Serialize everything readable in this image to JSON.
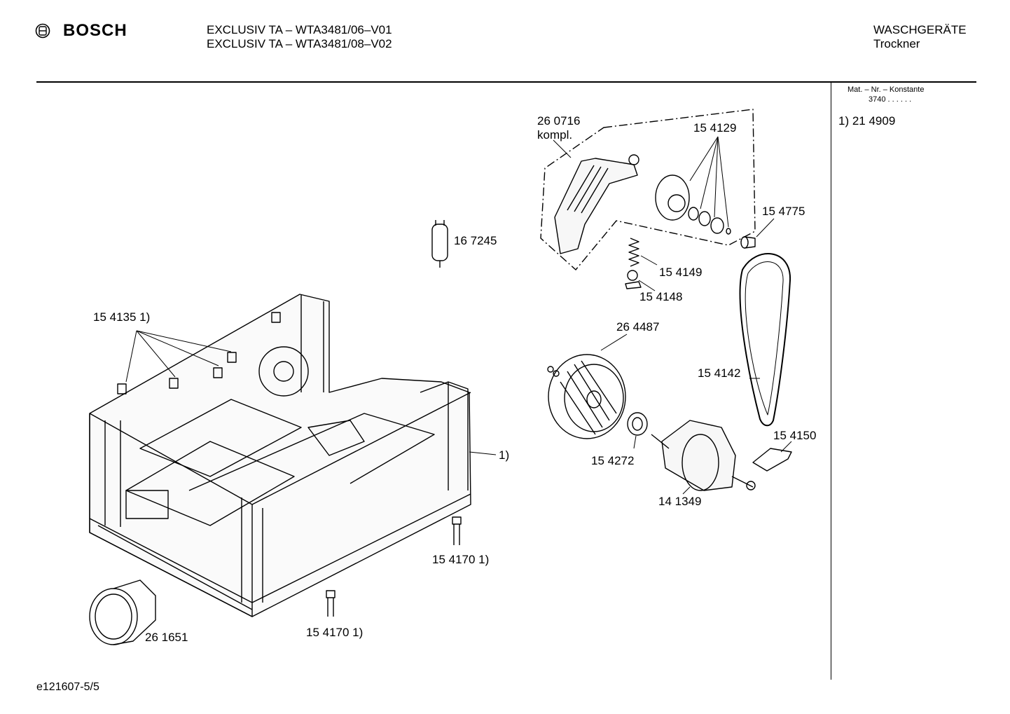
{
  "header": {
    "brand": "BOSCH",
    "models": [
      "EXCLUSIV TA – WTA3481/06–V01",
      "EXCLUSIV TA – WTA3481/08–V02"
    ],
    "category": "WASCHGERÄTE",
    "subcategory": "Trockner"
  },
  "sidebar": {
    "header": "Mat. – Nr. – Konstante",
    "value_row": "3740 . . . . . .",
    "note": "1) 21 4909"
  },
  "parts": [
    {
      "id": "p-260716",
      "label": "26 0716"
    },
    {
      "id": "p-260716-kompl",
      "label": "kompl."
    },
    {
      "id": "p-154129",
      "label": "15 4129"
    },
    {
      "id": "p-154775",
      "label": "15 4775"
    },
    {
      "id": "p-167245",
      "label": "16 7245"
    },
    {
      "id": "p-154149",
      "label": "15 4149"
    },
    {
      "id": "p-154148",
      "label": "15 4148"
    },
    {
      "id": "p-154135",
      "label": "15 4135 1)"
    },
    {
      "id": "p-264487",
      "label": "26 4487"
    },
    {
      "id": "p-154142",
      "label": "15 4142"
    },
    {
      "id": "p-154150",
      "label": "15 4150"
    },
    {
      "id": "p-154272",
      "label": "15 4272"
    },
    {
      "id": "p-141349",
      "label": "14 1349"
    },
    {
      "id": "p-frame-note",
      "label": "1)"
    },
    {
      "id": "p-154170a",
      "label": "15 4170 1)"
    },
    {
      "id": "p-154170b",
      "label": "15 4170 1)"
    },
    {
      "id": "p-261651",
      "label": "26 1651"
    }
  ],
  "footer": {
    "drawing_id": "e121607-5/5"
  }
}
